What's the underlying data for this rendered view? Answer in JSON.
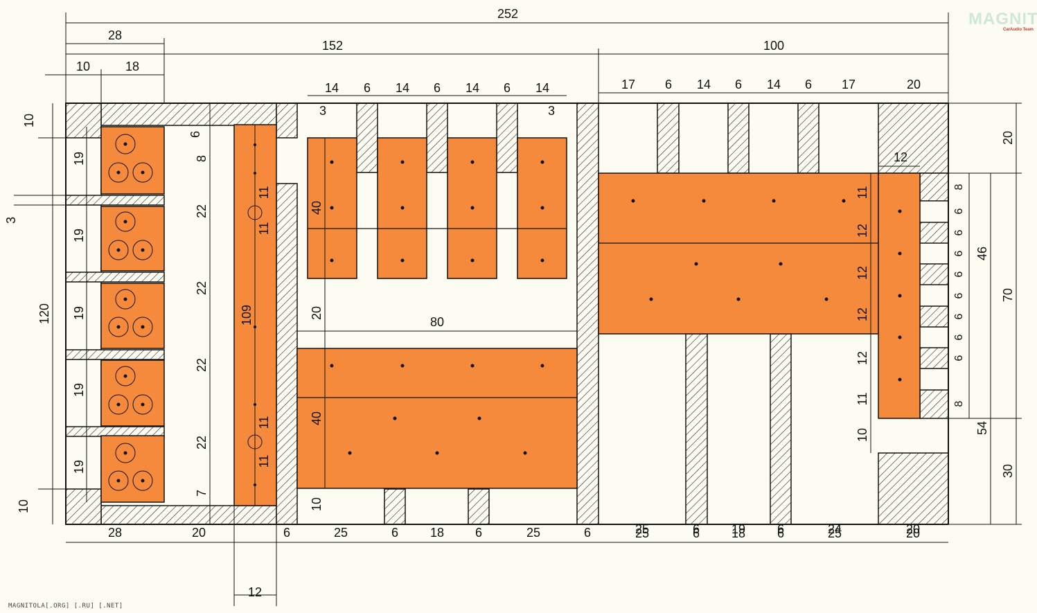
{
  "watermark": {
    "logo_text": "MAGNITOLA",
    "logo_sub": "CarAudio Team",
    "footer": "MAGNITOLA[.ORG] [.RU] [.NET]"
  },
  "colors": {
    "board": "#f58a3c",
    "background": "#fcfcf2",
    "line": "#111111"
  },
  "dimensions": {
    "top": [
      "252",
      "28",
      "152",
      "100",
      "10",
      "18"
    ],
    "upper_strip": [
      "14",
      "6",
      "14",
      "6",
      "14",
      "6",
      "14",
      "3",
      "3"
    ],
    "right_strip": [
      "17",
      "6",
      "14",
      "6",
      "14",
      "6",
      "17",
      "20"
    ],
    "left": [
      "10",
      "3",
      "120",
      "10"
    ],
    "left_cells": [
      "19",
      "19",
      "19",
      "19",
      "19"
    ],
    "channel": [
      "6",
      "8",
      "22",
      "22",
      "22",
      "22",
      "7"
    ],
    "slot": [
      "109",
      "11",
      "11",
      "11",
      "11"
    ],
    "middle": [
      "40",
      "20",
      "80",
      "40",
      "10"
    ],
    "right_stack": [
      "11",
      "12",
      "12",
      "12",
      "12",
      "11",
      "12",
      "10"
    ],
    "ports": [
      "8",
      "6",
      "6",
      "6",
      "6",
      "6",
      "6",
      "6",
      "6",
      "8"
    ],
    "far_right": [
      "20",
      "46",
      "70",
      "54",
      "30"
    ],
    "bottom": [
      "28",
      "20",
      "6",
      "25",
      "6",
      "18",
      "6",
      "25",
      "6",
      "12"
    ],
    "bottom_right_a": [
      "25",
      "6",
      "19",
      "6",
      "24",
      "20"
    ],
    "bottom_right_b": [
      "25",
      "6",
      "18",
      "6",
      "25",
      "20"
    ]
  }
}
